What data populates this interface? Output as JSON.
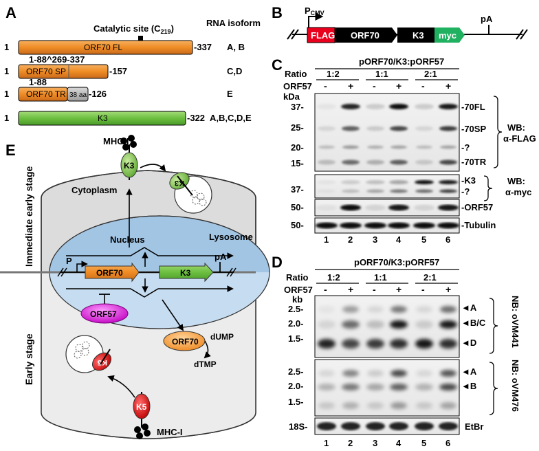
{
  "panels": {
    "A": "A",
    "B": "B",
    "C": "C",
    "D": "D",
    "E": "E"
  },
  "panel_a": {
    "catalytic": "Catalytic site (C",
    "catalytic_sub": "219",
    "catalytic_close": ")",
    "isoform_header": "RNA isoform",
    "rows": [
      {
        "start": "1",
        "label": "ORF70 FL",
        "end": "337",
        "isoform": "A, B"
      },
      {
        "start": "1",
        "label": "ORF70 SP",
        "end": "157",
        "isoform": "C,D",
        "note": "1-88^269-337"
      },
      {
        "start": "1",
        "label": "ORF70 TR",
        "extra": "38 aa",
        "end": "126",
        "isoform": "E",
        "note": "1-88"
      },
      {
        "start": "1",
        "label": "K3",
        "end": "322",
        "isoform": "A,B,C,D,E"
      }
    ]
  },
  "panel_b": {
    "promoter": "P",
    "promoter_sub": "CMV",
    "flag": "FLAG",
    "orf70": "ORF70",
    "k3": "K3",
    "myc": "myc",
    "pa": "pA"
  },
  "panel_c": {
    "header": "pORF70/K3:pORF57",
    "ratio_label": "Ratio",
    "ratios": [
      "1:2",
      "1:1",
      "2:1"
    ],
    "orf57_label": "ORF57",
    "signs": [
      "-",
      "+",
      "-",
      "+",
      "-",
      "+"
    ],
    "kda": "kDa",
    "markers_flag": [
      "37-",
      "25-",
      "20-",
      "15-"
    ],
    "markers_myc": [
      "37-"
    ],
    "markers_orf57": [
      "50-"
    ],
    "markers_tub": [
      "50-"
    ],
    "bands_flag": [
      "-70FL",
      "-70SP",
      "-?",
      "-70TR"
    ],
    "bands_myc": [
      "-K3",
      "-?"
    ],
    "band_orf57": "-ORF57",
    "band_tub": "-Tubulin",
    "wb1": "WB:",
    "wb1b": "α-FLAG",
    "wb2": "WB:",
    "wb2b": "α-myc",
    "lanes": [
      "1",
      "2",
      "3",
      "4",
      "5",
      "6"
    ]
  },
  "panel_d": {
    "header": "pORF70/K3:pORF57",
    "ratio_label": "Ratio",
    "ratios": [
      "1:2",
      "1:1",
      "2:1"
    ],
    "orf57_label": "ORF57",
    "signs": [
      "-",
      "+",
      "-",
      "+",
      "-",
      "+"
    ],
    "kb": "kb",
    "markers1": [
      "2.5-",
      "2.0-",
      "1.5-"
    ],
    "markers2": [
      "2.5-",
      "2.0-",
      "1.5-"
    ],
    "marker_18s": "18S-",
    "bands1": [
      "◄A",
      "◄B/C",
      "◄D"
    ],
    "bands2": [
      "◄A",
      "◄B"
    ],
    "nb1": "NB: oVM441",
    "nb2": "NB: oVM476",
    "etbr": "EtBr",
    "lanes": [
      "1",
      "2",
      "3",
      "4",
      "5",
      "6"
    ]
  },
  "panel_e": {
    "mhc_top": "MHC-I",
    "k3": "K3",
    "cytoplasm": "Cytoplasm",
    "lysosome": "Lysosome",
    "nucleus": "Nucleus",
    "immediate": "Immediate early stage",
    "early": "Early stage",
    "p": "P",
    "orf70": "ORF70",
    "pa": "pA",
    "orf57": "ORF57",
    "dump": "dUMP",
    "dtmp": "dTMP",
    "k5": "K5",
    "mhc_bottom": "MHC-I"
  }
}
